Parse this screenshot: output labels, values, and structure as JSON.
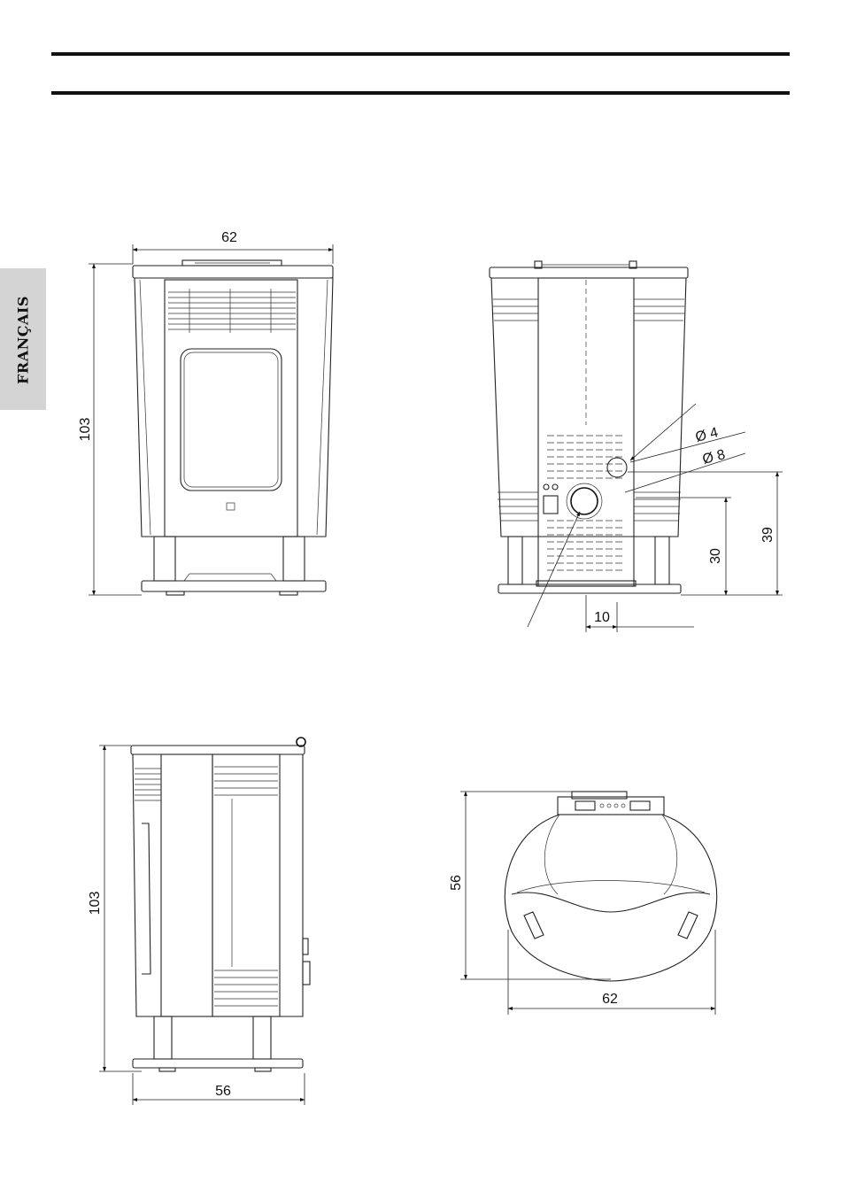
{
  "side_tab": {
    "label": "FRANÇAIS"
  },
  "front_view": {
    "width_label": "62",
    "height_label": "103"
  },
  "rear_view": {
    "hole_small_label": "Ø 4",
    "hole_large_label": "Ø 8",
    "outlet_height_label": "39",
    "inlet_height_label": "30",
    "inlet_offset_label": "10"
  },
  "side_view": {
    "height_label": "103",
    "depth_label": "56"
  },
  "top_view": {
    "depth_label": "56",
    "width_label": "62"
  },
  "colors": {
    "ink": "#111111",
    "tab_gray": "#d4d4d4"
  }
}
